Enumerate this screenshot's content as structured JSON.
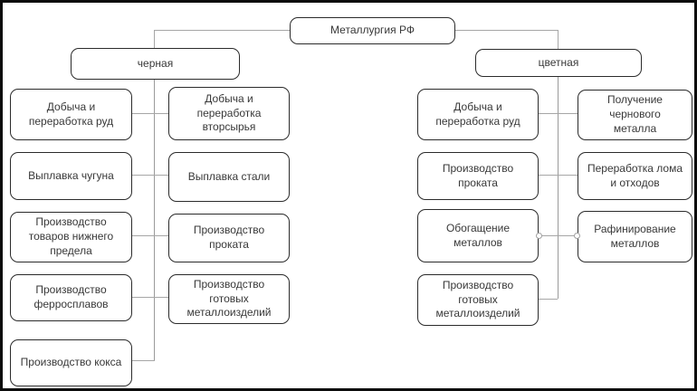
{
  "diagram": {
    "title": "Металлургия РФ",
    "root": {
      "label": "Металлургия РФ"
    },
    "branches": [
      {
        "label": "черная"
      },
      {
        "label": "цветная"
      }
    ],
    "ferrous": {
      "col1": [
        "Добыча и переработка руд",
        "Выплавка чугуна",
        "Производство товаров нижнего предела",
        "Производство ферросплавов",
        "Производство кокса"
      ],
      "col2": [
        "Добыча и переработка вторсырья",
        "Выплавка стали",
        "Производство проката",
        "Производство готовых металлоизделий"
      ]
    },
    "nonferrous": {
      "col1": [
        "Добыча и переработка руд",
        "Производство проката",
        "Обогащение металлов",
        "Производство готовых металлоизделий"
      ],
      "col2": [
        "Получение чернового металла",
        "Переработка лома и отходов",
        "Рафинирование металлов"
      ]
    },
    "colors": {
      "node_border": "#2b2b2b",
      "connector": "#a6a6a6",
      "frame": "#0a0a0a",
      "background": "#ffffff",
      "text": "#383838"
    }
  }
}
